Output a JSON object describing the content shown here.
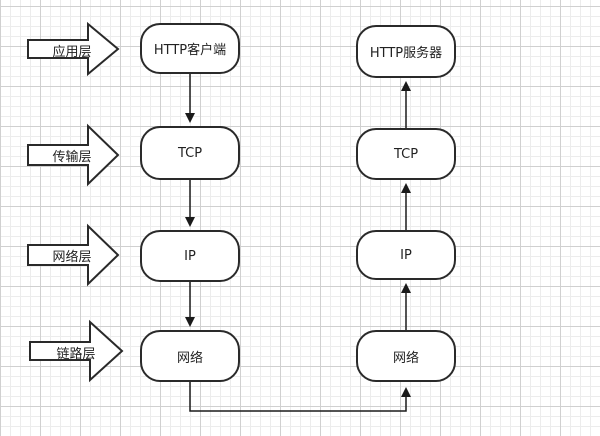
{
  "layers": [
    {
      "id": "application",
      "label": "应用层"
    },
    {
      "id": "transport",
      "label": "传输层"
    },
    {
      "id": "network",
      "label": "网络层"
    },
    {
      "id": "link",
      "label": "链路层"
    }
  ],
  "client_stack": [
    {
      "id": "http-client",
      "label": "HTTP客户端"
    },
    {
      "id": "tcp",
      "label": "TCP"
    },
    {
      "id": "ip",
      "label": "IP"
    },
    {
      "id": "net",
      "label": "网络"
    }
  ],
  "server_stack": [
    {
      "id": "http-server",
      "label": "HTTP服务器"
    },
    {
      "id": "tcp",
      "label": "TCP"
    },
    {
      "id": "ip",
      "label": "IP"
    },
    {
      "id": "net",
      "label": "网络"
    }
  ],
  "colors": {
    "stroke": "#2a2a2a",
    "node_fill": "#ffffff",
    "grid_major": "#d0d0d0",
    "grid_minor": "#ececec"
  }
}
